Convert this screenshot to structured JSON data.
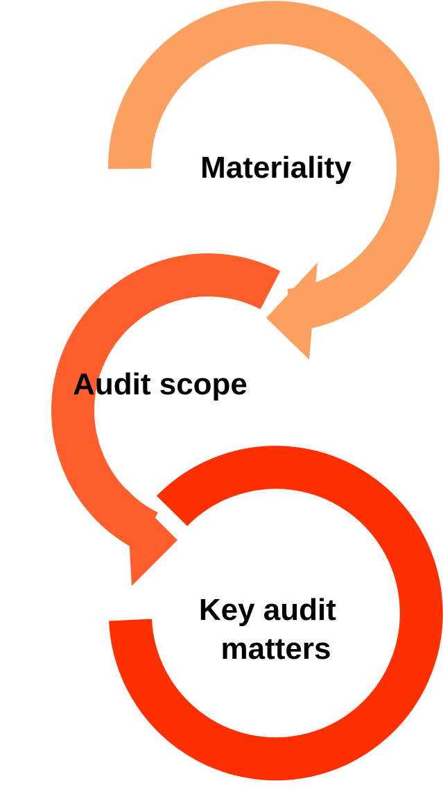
{
  "stages": [
    {
      "id": "materiality",
      "lines": [
        "Materiality"
      ],
      "color": "#FCA062"
    },
    {
      "id": "audit-scope",
      "lines": [
        "Audit scope"
      ],
      "color": "#FE5E2B"
    },
    {
      "id": "key-audit-matters",
      "lines": [
        "Key audit",
        "matters"
      ],
      "color": "#FE2F00"
    }
  ],
  "flow": [
    {
      "from": "materiality",
      "to": "audit-scope"
    },
    {
      "from": "audit-scope",
      "to": "key-audit-matters"
    }
  ]
}
